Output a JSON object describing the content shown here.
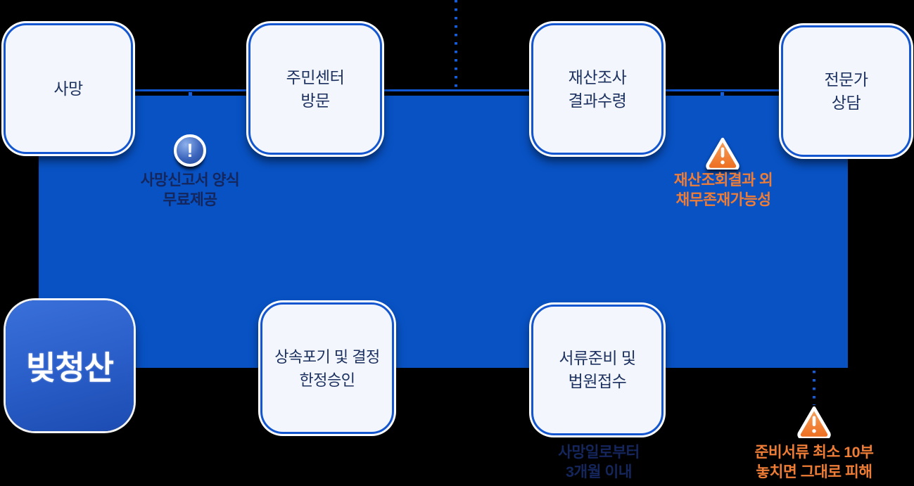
{
  "canvas": {
    "background": "#000000"
  },
  "colors": {
    "band_blue": "#0852c4",
    "edge_line_blue": "#0f57d3",
    "dotted_line_blue": "#155cd8",
    "card_fill": "#f3f7fd",
    "card_border_blue": "#1356d0",
    "card_text_navy": "#1d3160",
    "note_navy": "#14265c",
    "note_orange": "#ef7d36",
    "logo_tile_blue": "#2c60cb"
  },
  "top_steps": [
    {
      "label": "사망"
    },
    {
      "label": "주민센터\n방문"
    },
    {
      "label": "재산조사\n결과수령"
    },
    {
      "label": "전문가\n상담"
    }
  ],
  "bottom_steps": [
    {
      "label": "상속포기 및 결정\n한정승인"
    },
    {
      "label": "서류준비 및\n법원접수"
    }
  ],
  "logo": {
    "text": "빚청산"
  },
  "icons": {
    "info_glyph": "!",
    "warning_glyph": "!"
  },
  "notes": {
    "free_form": {
      "line1": "사망신고서 양식",
      "line2": "무료제공"
    },
    "debt": {
      "line1": "재산조회결과 외",
      "line2": "채무존재가능성"
    },
    "deadline": {
      "line1": "사망일로부터",
      "line2_bold": "3개월",
      "line2_rest": " 이내"
    },
    "documents": {
      "line1": "준비서류 최소 10부",
      "line2": "놓치면 그대로 피해"
    }
  }
}
